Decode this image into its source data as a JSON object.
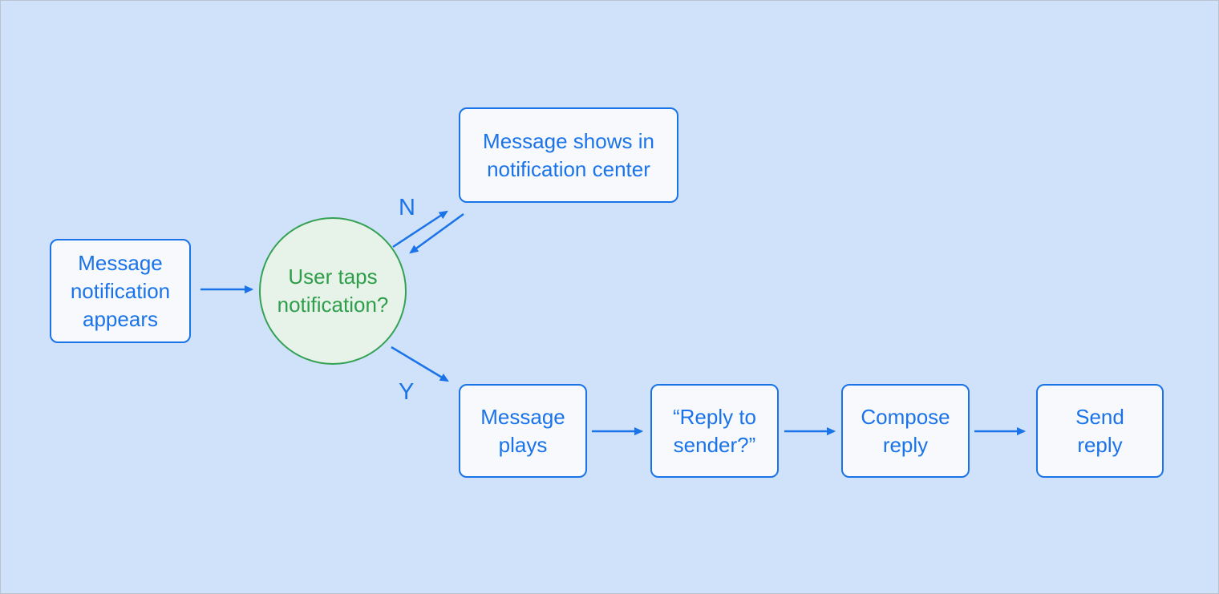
{
  "diagram": {
    "type": "flowchart",
    "nodes": {
      "start": {
        "label": "Message\nnotification\nappears",
        "shape": "rectangle"
      },
      "decision": {
        "label": "User taps\nnotification?",
        "shape": "circle"
      },
      "center": {
        "label": "Message shows in\nnotification center",
        "shape": "rectangle"
      },
      "plays": {
        "label": "Message\nplays",
        "shape": "rectangle"
      },
      "reply": {
        "label": "“Reply to\nsender?”",
        "shape": "rectangle"
      },
      "compose": {
        "label": "Compose\nreply",
        "shape": "rectangle"
      },
      "send": {
        "label": "Send\nreply",
        "shape": "rectangle"
      }
    },
    "edges": [
      {
        "from": "start",
        "to": "decision",
        "label": ""
      },
      {
        "from": "decision",
        "to": "center",
        "label": "N"
      },
      {
        "from": "center",
        "to": "decision",
        "label": ""
      },
      {
        "from": "decision",
        "to": "plays",
        "label": "Y"
      },
      {
        "from": "plays",
        "to": "reply",
        "label": ""
      },
      {
        "from": "reply",
        "to": "compose",
        "label": ""
      },
      {
        "from": "compose",
        "to": "send",
        "label": ""
      }
    ],
    "branch_labels": {
      "no": "N",
      "yes": "Y"
    },
    "colors": {
      "background": "#d0e2fa",
      "node_fill": "#f7f9fc",
      "node_border": "#1a73e8",
      "node_text": "#1a73e8",
      "decision_fill": "#e7f3e9",
      "decision_border": "#34a154",
      "decision_text": "#2e9e4b",
      "arrow": "#1a73e8",
      "edge_label": "#1a73e8"
    }
  }
}
